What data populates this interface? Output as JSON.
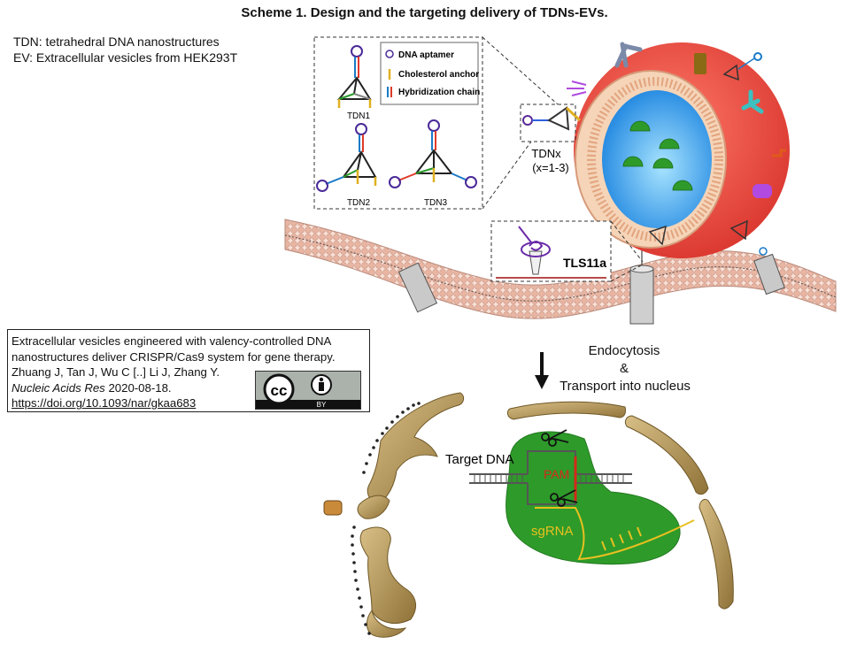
{
  "title": "Scheme 1. Design and the targeting delivery of TDNs-EVs.",
  "definitions": {
    "tdn": "TDN: tetrahedral DNA nanostructures",
    "ev": "EV: Extracellular vesicles from HEK293T"
  },
  "legend": {
    "aptamer": "DNA aptamer",
    "cholesterol": "Cholesterol anchor",
    "hybridization": "Hybridization chain"
  },
  "labels": {
    "tdn1": "TDN1",
    "tdn2": "TDN2",
    "tdn3": "TDN3",
    "tdnx_line1": "TDNx",
    "tdnx_line2": "(x=1-3)",
    "tls11a": "TLS11a",
    "endocytosis_line1": "Endocytosis",
    "endocytosis_line2": "&",
    "endocytosis_line3": "Transport into nucleus",
    "target_dna": "Target DNA",
    "pam": "PAM",
    "sgrna": "sgRNA"
  },
  "citation": {
    "line1": "Extracellular vesicles engineered with valency-controlled DNA nanostructures deliver CRISPR/Cas9 system for gene therapy.",
    "authors": "Zhuang J, Tan J, Wu C [..] Li J, Zhang Y.",
    "journal": "Nucleic Acids Res",
    "date": " 2020-08-18.",
    "doi": "https://doi.org/10.1093/nar/gkaa683",
    "badge_cc": "cc",
    "badge_by": "BY"
  },
  "colors": {
    "vesicle_outer": "#e8524a",
    "vesicle_inner": "#3aa0e8",
    "cas9_green": "#2e9a2a",
    "membrane": "#f2c6b6",
    "organelle": "#b99a5a",
    "pam_red": "#d42a1a",
    "sgrna_yellow": "#e8c020"
  }
}
